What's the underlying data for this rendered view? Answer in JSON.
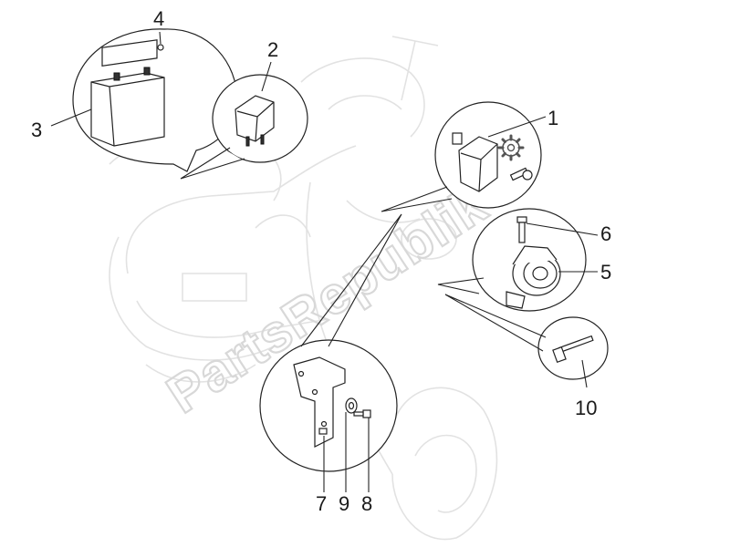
{
  "watermark": "PartsRepublik",
  "callouts": [
    {
      "id": "1",
      "label": "1"
    },
    {
      "id": "2",
      "label": "2"
    },
    {
      "id": "3",
      "label": "3"
    },
    {
      "id": "4",
      "label": "4"
    },
    {
      "id": "5",
      "label": "5"
    },
    {
      "id": "6",
      "label": "6"
    },
    {
      "id": "7",
      "label": "7"
    },
    {
      "id": "8",
      "label": "8"
    },
    {
      "id": "9",
      "label": "9"
    },
    {
      "id": "10",
      "label": "10"
    }
  ],
  "icons": {
    "gear": "gear-icon"
  }
}
